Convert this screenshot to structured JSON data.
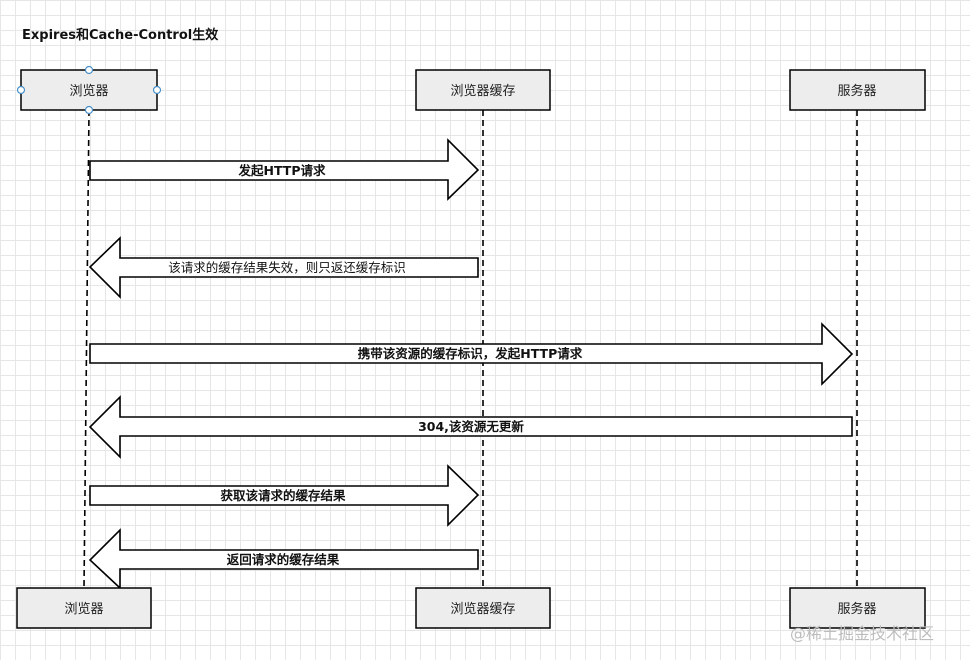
{
  "title": "Expires和Cache-Control生效",
  "participants": [
    {
      "id": "browser",
      "label": "浏览器"
    },
    {
      "id": "cache",
      "label": "浏览器缓存"
    },
    {
      "id": "server",
      "label": "服务器"
    }
  ],
  "messages": [
    {
      "from": "browser",
      "to": "cache",
      "label": "发起HTTP请求",
      "bold": true
    },
    {
      "from": "cache",
      "to": "browser",
      "label": "该请求的缓存结果失效，则只返还缓存标识",
      "bold": false
    },
    {
      "from": "browser",
      "to": "server",
      "label": "携带该资源的缓存标识，发起HTTP请求",
      "bold": true
    },
    {
      "from": "server",
      "to": "browser",
      "label": "304,该资源无更新",
      "bold": true
    },
    {
      "from": "browser",
      "to": "cache",
      "label": "获取该请求的缓存结果",
      "bold": true
    },
    {
      "from": "cache",
      "to": "browser",
      "label": "返回请求的缓存结果",
      "bold": true
    }
  ],
  "watermark": "@稀土掘金技术社区"
}
